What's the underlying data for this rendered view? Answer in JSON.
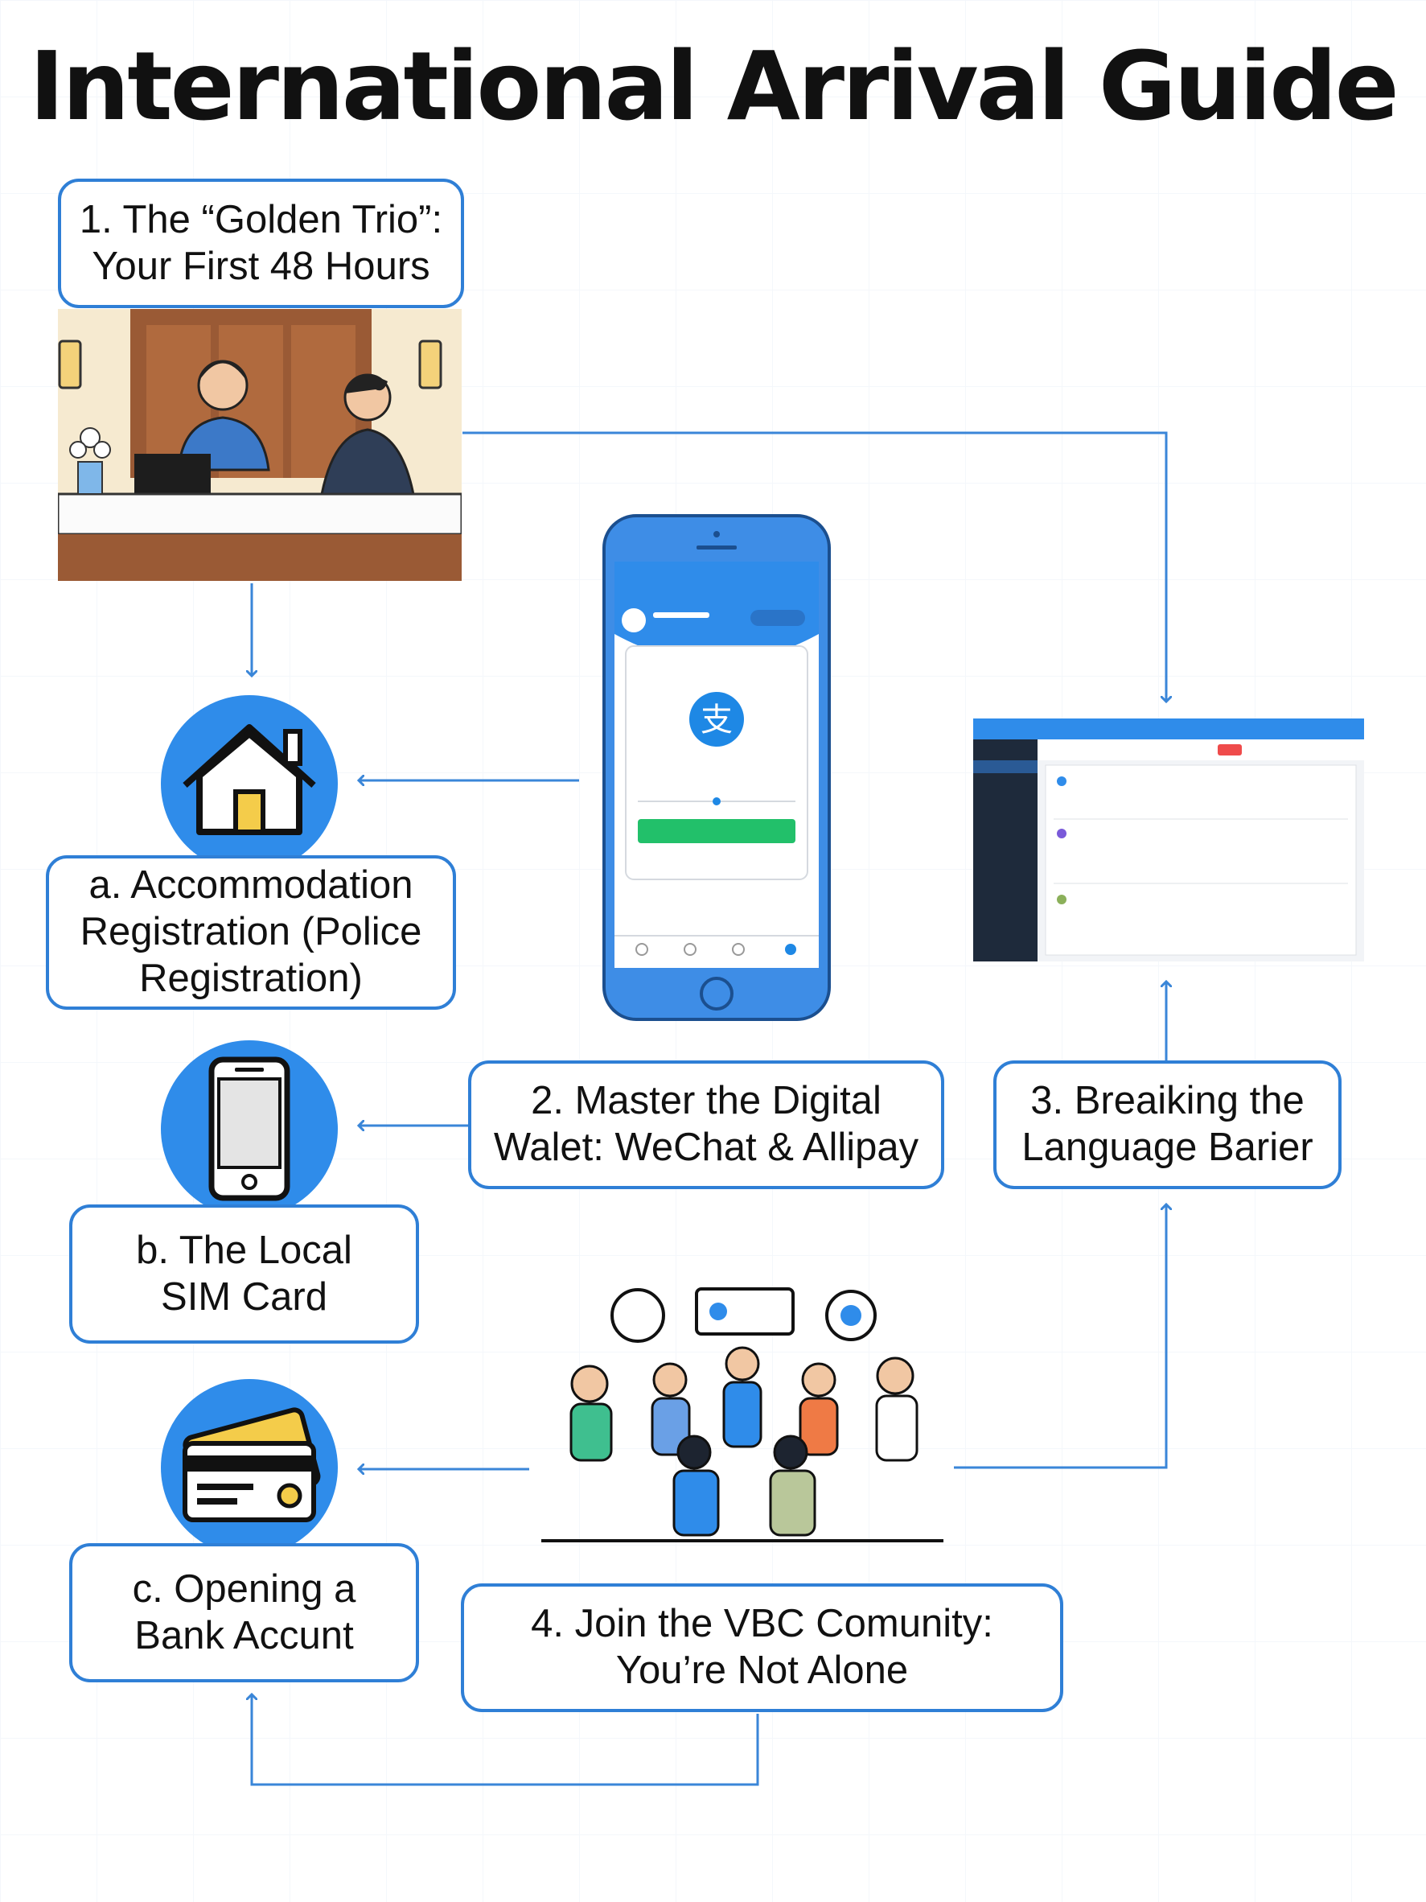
{
  "title": "International Arrival Guide",
  "steps": {
    "step1": "1. The “Golden Trio”:\nYour First 48 Hours",
    "step2": "2. Master the Digital\nWalet: WeChat & Allipay",
    "step3": "3. Breaiking the\nLanguage Barier",
    "step4": "4. Join the VBC Comunity:\nYou’re Not Alone"
  },
  "substeps": {
    "a": "a. Accommodation\nRegistration (Police\nRegistration)",
    "b": "b. The Local\nSIM Card",
    "c": "c. Opening a\nBank Accunt"
  },
  "colors": {
    "accent": "#2f7fd6",
    "circle": "#2f8cea",
    "connector": "#3a86d8",
    "green_button": "#22c06a"
  },
  "icons": {
    "a": "house-icon",
    "b": "smartphone-icon",
    "c": "credit-card-icon",
    "wallet_app": "alipay-logo-icon"
  }
}
